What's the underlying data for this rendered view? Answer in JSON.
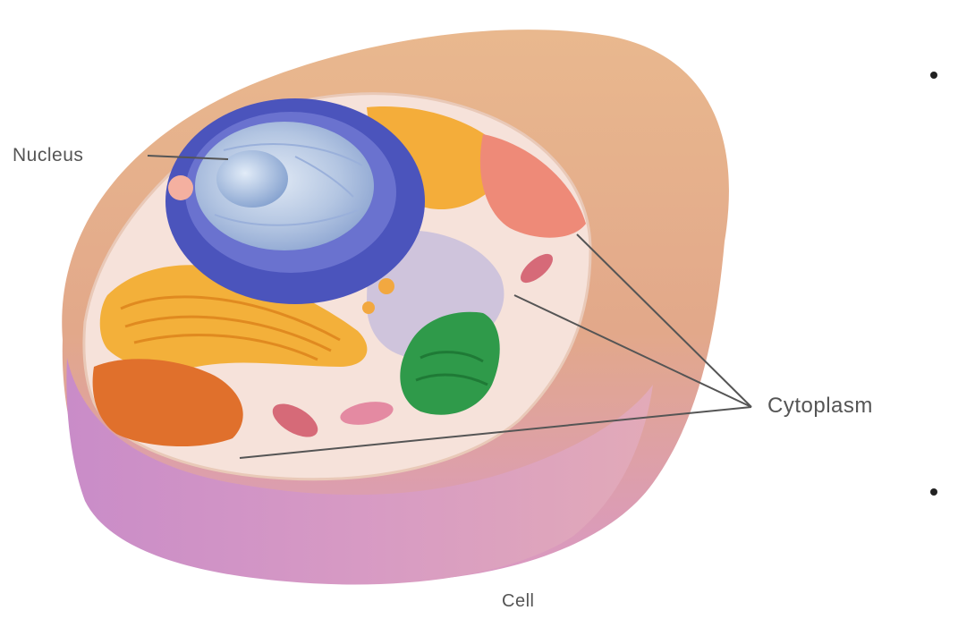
{
  "labels": {
    "nucleus": "Nucleus",
    "cytoplasm": "Cytoplasm",
    "cell": "Cell"
  },
  "colors": {
    "cell_outer": "#e8b48c",
    "cell_lower": "#d9a0c8",
    "cytoplasm_surface": "#f6e4dc",
    "nuclear_envelope": "#4a52b8",
    "nucleus_inner": "#b8c8e4",
    "nucleolus": "#8fb0d8",
    "golgi_er": "#f0a830",
    "rough_er": "#e07a2c",
    "mitochondria": "#d86a7a",
    "chloroplast_like": "#2f9a4a",
    "leader_line": "#555555"
  },
  "bullets": 2
}
